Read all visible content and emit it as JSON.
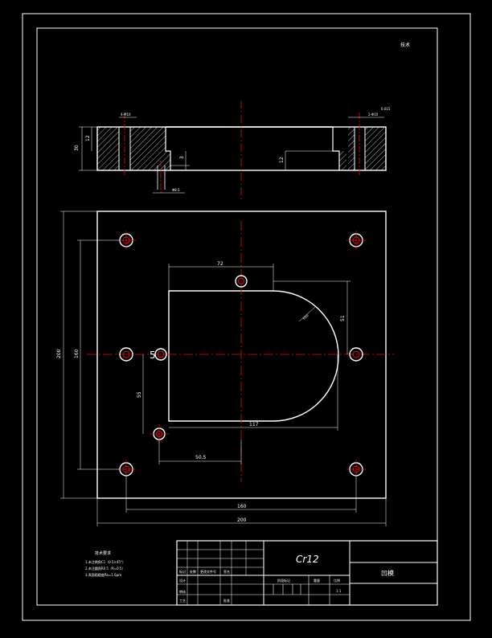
{
  "corner_mark": "技术",
  "top_view": {
    "dim_top_left": "4-M10",
    "dim_top_right": "2-Φ10",
    "dim_top_right_sup": "0.015",
    "dim_height_outer": "30",
    "dim_height_inner": "12",
    "dim_step": "3",
    "dim_bore_depth": "12",
    "dim_bottom": "Φ8.5"
  },
  "plan_view": {
    "dim_left_outer": "200",
    "dim_left_inner": "160",
    "dim_72": "72",
    "dim_r50": "R50",
    "dim_51": "51",
    "dim_5": "5",
    "dim_55": "55",
    "dim_117": "117",
    "dim_50_5": "50.5",
    "dim_bottom_inner": "160",
    "dim_bottom_outer": "200"
  },
  "notes": {
    "title": "技术要求",
    "line1": "1.未注倒角C1（0.5×45°）",
    "line2": "2.未注圆角R0.5（R=0.5）",
    "line3": "3.表面粗糙度Ra=1.6μm"
  },
  "title_block": {
    "material": "Cr12",
    "part_name": "凹模",
    "label_1": "标记",
    "label_2": "处数",
    "label_3": "更改文件号",
    "label_4": "签名",
    "label_5": "设计",
    "label_6": "审核",
    "label_7": "工艺",
    "label_8": "批准",
    "label_9": "阶段标记",
    "label_10": "重量",
    "label_11": "比例",
    "scale": "1:1"
  }
}
